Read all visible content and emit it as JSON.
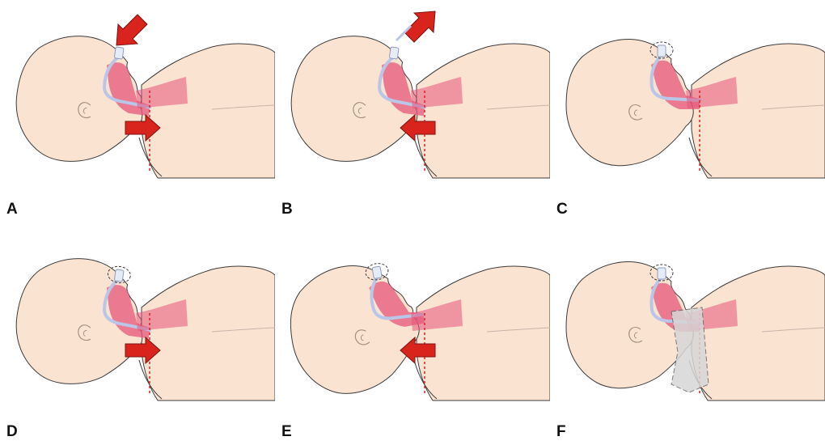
{
  "figure": {
    "panels": [
      {
        "id": "A",
        "label": "A",
        "neck": "flexed",
        "arrow_direction": "right",
        "tube_arrow": "in",
        "dashed_connector": false,
        "collar": false
      },
      {
        "id": "B",
        "label": "B",
        "neck": "flexed",
        "arrow_direction": "left",
        "tube_arrow": "out",
        "dashed_connector": false,
        "collar": false
      },
      {
        "id": "C",
        "label": "C",
        "neck": "neutral",
        "arrow_direction": "none",
        "tube_arrow": "none",
        "dashed_connector": true,
        "collar": false
      },
      {
        "id": "D",
        "label": "D",
        "neck": "flexed",
        "arrow_direction": "right",
        "tube_arrow": "none",
        "dashed_connector": true,
        "collar": false
      },
      {
        "id": "E",
        "label": "E",
        "neck": "extended",
        "arrow_direction": "left",
        "tube_arrow": "none",
        "dashed_connector": true,
        "collar": false
      },
      {
        "id": "F",
        "label": "F",
        "neck": "neutral",
        "arrow_direction": "none",
        "tube_arrow": "none",
        "dashed_connector": true,
        "collar": true
      }
    ],
    "colors": {
      "skin": "#fbe3d2",
      "outline": "#3b3b3b",
      "airway": "#e5557a",
      "tube": "#b9c6e8",
      "arrow": "#d9231d",
      "dash": "#d9231d",
      "collar": "#d7d7d7"
    }
  }
}
